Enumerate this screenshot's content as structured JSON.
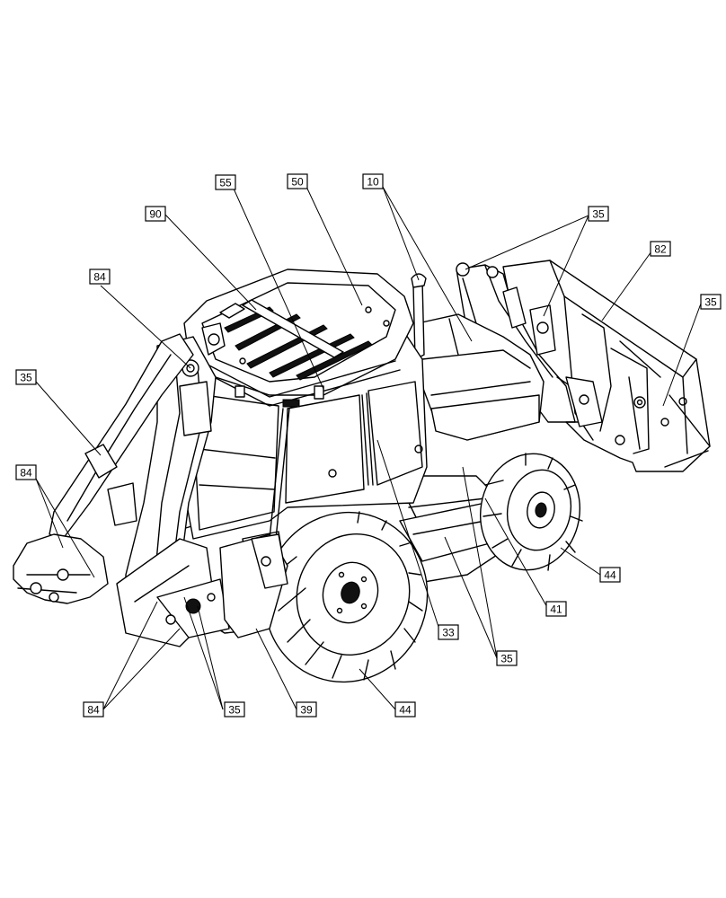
{
  "callouts": [
    {
      "id": "c55",
      "label": "55"
    },
    {
      "id": "c50",
      "label": "50"
    },
    {
      "id": "c10",
      "label": "10"
    },
    {
      "id": "c90",
      "label": "90"
    },
    {
      "id": "c35a",
      "label": "35"
    },
    {
      "id": "c82",
      "label": "82"
    },
    {
      "id": "c84a",
      "label": "84"
    },
    {
      "id": "c35b",
      "label": "35"
    },
    {
      "id": "c35c",
      "label": "35"
    },
    {
      "id": "c84b",
      "label": "84"
    },
    {
      "id": "c44a",
      "label": "44"
    },
    {
      "id": "c41",
      "label": "41"
    },
    {
      "id": "c33",
      "label": "33"
    },
    {
      "id": "c35d",
      "label": "35"
    },
    {
      "id": "c84c",
      "label": "84"
    },
    {
      "id": "c35e",
      "label": "35"
    },
    {
      "id": "c39",
      "label": "39"
    },
    {
      "id": "c44b",
      "label": "44"
    }
  ]
}
